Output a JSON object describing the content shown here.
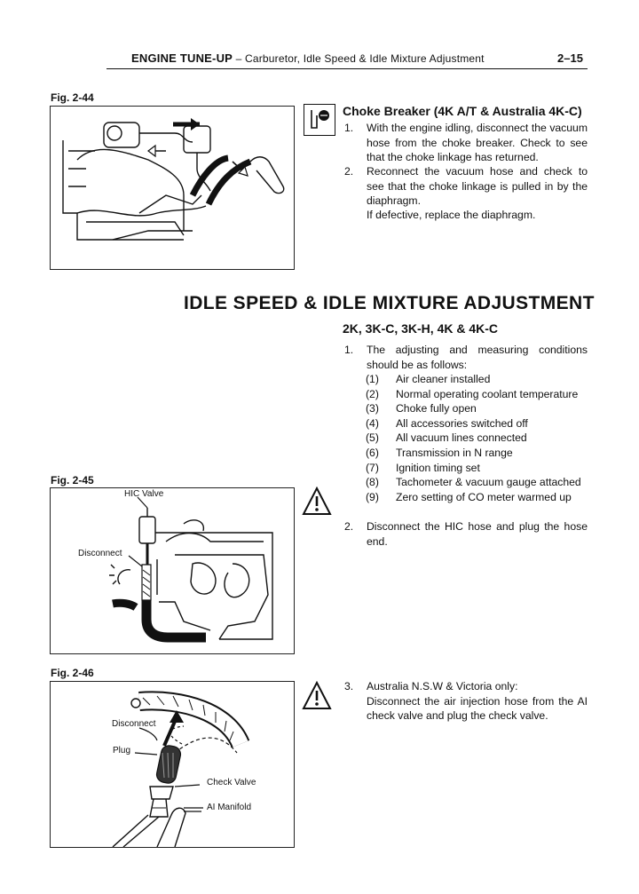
{
  "header": {
    "title_bold": "ENGINE TUNE-UP",
    "title_rest": " – Carburetor, Idle Speed & Idle Mixture Adjustment",
    "page": "2–15"
  },
  "figures": {
    "f44": {
      "label": "Fig. 2-44"
    },
    "f45": {
      "label": "Fig. 2-45",
      "callouts": {
        "hic": "HIC Valve",
        "disconnect": "Disconnect"
      }
    },
    "f46": {
      "label": "Fig. 2-46",
      "callouts": {
        "disconnect": "Disconnect",
        "plug": "Plug",
        "check": "Check Valve",
        "manifold": "AI Manifold"
      }
    }
  },
  "choke": {
    "heading": "Choke Breaker (4K A/T & Australia 4K-C)",
    "items": [
      {
        "num": "1.",
        "text": "With the engine idling, disconnect the vacuum hose from the choke breaker. Check to see that the choke linkage has returned."
      },
      {
        "num": "2.",
        "text": "Reconnect the vacuum hose and check to see that the choke linkage is pulled in by the diaphragm."
      }
    ],
    "note": "If defective, replace the diaphragm."
  },
  "idle": {
    "title": "IDLE SPEED & IDLE MIXTURE ADJUSTMENT",
    "models": "2K, 3K-C, 3K-H, 4K & 4K-C",
    "step1": {
      "num": "1.",
      "text": "The adjusting and measuring conditions should be as follows:"
    },
    "conditions": [
      {
        "n": "(1)",
        "t": "Air cleaner installed"
      },
      {
        "n": "(2)",
        "t": "Normal operating coolant temperature"
      },
      {
        "n": "(3)",
        "t": "Choke fully open"
      },
      {
        "n": "(4)",
        "t": "All accessories switched off"
      },
      {
        "n": "(5)",
        "t": "All vacuum lines connected"
      },
      {
        "n": "(6)",
        "t": "Transmission in N range"
      },
      {
        "n": "(7)",
        "t": "Ignition timing set"
      },
      {
        "n": "(8)",
        "t": "Tachometer & vacuum gauge attached"
      },
      {
        "n": "(9)",
        "t": "Zero setting of CO meter warmed up"
      }
    ],
    "step2": {
      "num": "2.",
      "text": "Disconnect the HIC hose and plug the hose end."
    },
    "step3": {
      "num": "3.",
      "line1": "Australia N.S.W & Victoria only:",
      "line2": "Disconnect the air injection hose from the AI check valve and plug the check valve."
    }
  }
}
